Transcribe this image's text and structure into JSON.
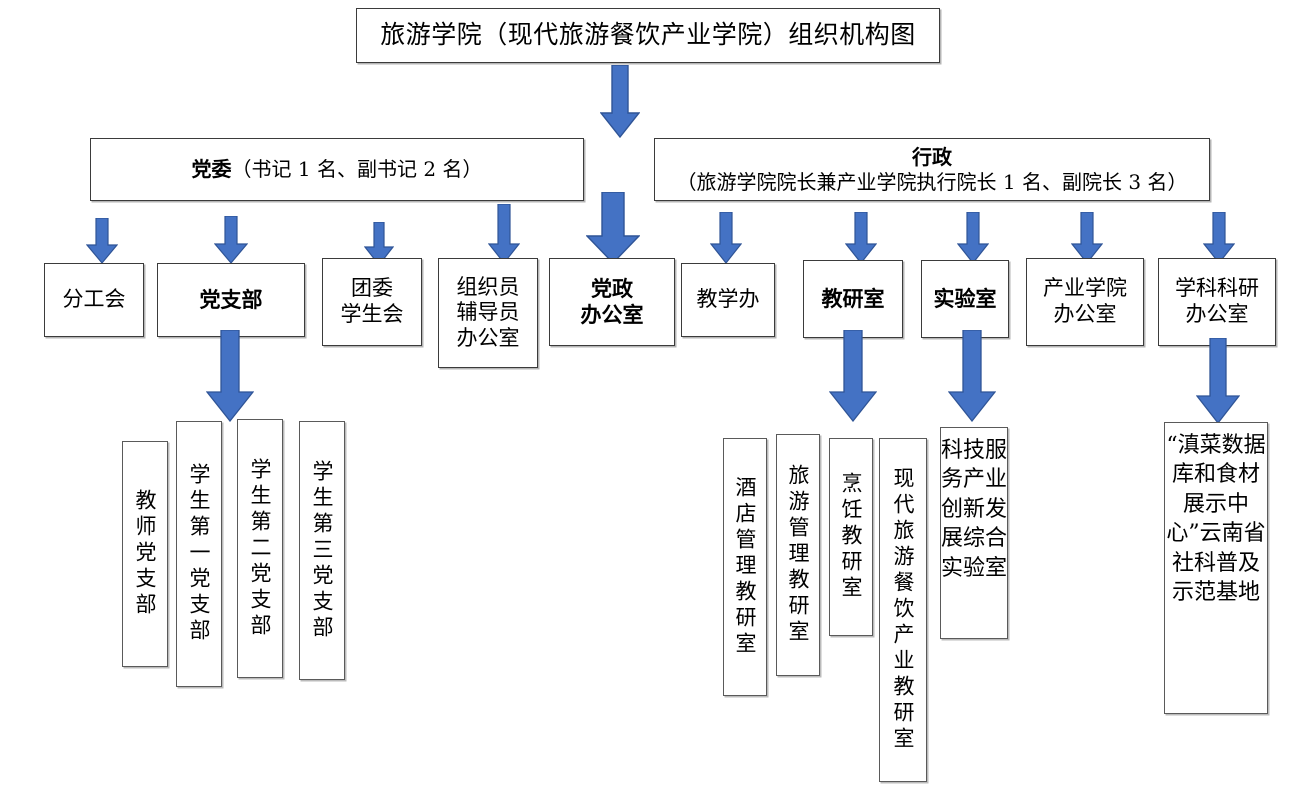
{
  "chart_meta": {
    "type": "org-chart",
    "accent_color": "#4472C4",
    "accent_stroke": "#2F5496",
    "box_border": "#3B3B3B",
    "background": "#FFFFFF"
  },
  "title": {
    "text": "旅游学院（现代旅游餐饮产业学院）组织机构图"
  },
  "headers": [
    {
      "id": "party-committee",
      "lead": "党委",
      "detail": "（书记 1 名、副书记 2 名）"
    },
    {
      "id": "administration",
      "lead": "行政",
      "detail": "（旅游学院院长兼产业学院执行院长 1 名、副院长 3 名）"
    }
  ],
  "units": [
    {
      "id": "fengonghui",
      "lines": [
        "分工会"
      ],
      "bold": false
    },
    {
      "id": "party-branch",
      "lines": [
        "党支部"
      ],
      "bold": true
    },
    {
      "id": "youth-league",
      "lines": [
        "团委",
        "学生会"
      ],
      "bold": false
    },
    {
      "id": "counselor-office",
      "lines": [
        "组织员",
        "辅导员",
        "办公室"
      ],
      "bold": false
    },
    {
      "id": "party-admin-office",
      "lines": [
        "党政",
        "办公室"
      ],
      "bold": true
    },
    {
      "id": "teaching-office",
      "lines": [
        "教学办"
      ],
      "bold": false
    },
    {
      "id": "teaching-research",
      "lines": [
        "教研室"
      ],
      "bold": true
    },
    {
      "id": "laboratory",
      "lines": [
        "实验室"
      ],
      "bold": true
    },
    {
      "id": "industry-college-office",
      "lines": [
        "产业学院",
        "办公室"
      ],
      "bold": false
    },
    {
      "id": "discipline-research-office",
      "lines": [
        "学科科研",
        "办公室"
      ],
      "bold": false
    }
  ],
  "branches": [
    {
      "id": "teacher-branch",
      "text": "教师党支部"
    },
    {
      "id": "student-branch-1",
      "text": "学生第一党支部"
    },
    {
      "id": "student-branch-2",
      "text": "学生第二党支部"
    },
    {
      "id": "student-branch-3",
      "text": "学生第三党支部"
    }
  ],
  "research_rooms": [
    {
      "id": "hotel-management",
      "text": "酒店管理教研室"
    },
    {
      "id": "tourism-management",
      "text": "旅游管理教研室"
    },
    {
      "id": "culinary",
      "text": "烹饪教研室"
    },
    {
      "id": "modern-tourism-catering",
      "text": "现代旅游餐饮产业教研室"
    }
  ],
  "lab_detail": {
    "id": "innovation-lab",
    "text": "科技服务产业创新发展综合实验室"
  },
  "base_detail": {
    "id": "dian-cuisine-base",
    "text": "“滇菜数据库和食材展示中心”云南省社科普及示范基地"
  }
}
